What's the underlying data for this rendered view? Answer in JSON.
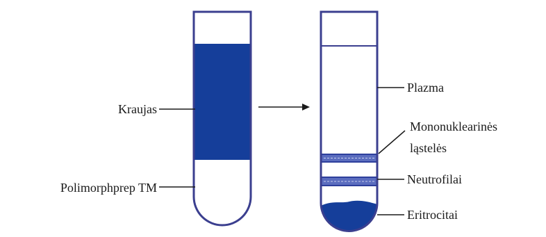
{
  "colors": {
    "outline": "#3b3f8f",
    "blood": "#153e9a",
    "band": "#5b6dbf",
    "band_dark": "#2d3f9c",
    "text": "#1a1a1a"
  },
  "labels": {
    "kraujas": "Kraujas",
    "polimorphprep": "Polimorphprep TM",
    "plazma": "Plazma",
    "mononuklearines_line1": "Mononuklearinės",
    "mononuklearines_line2": "ląstelės",
    "neutrofilai": "Neutrofilai",
    "eritrocitai": "Eritrocitai"
  }
}
